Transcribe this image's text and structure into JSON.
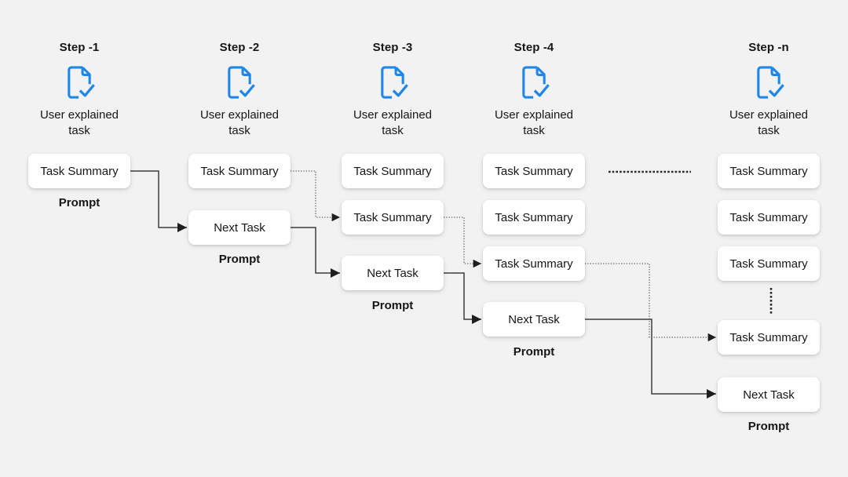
{
  "diagram_title": "",
  "colors": {
    "background": "#f2f2f2",
    "node_background": "#ffffff",
    "accent_blue": "#1f87e8",
    "text": "#161616",
    "connector": "#3d3d3d"
  },
  "columns": [
    {
      "label": "Step -1",
      "icon": "document-check-icon",
      "caption": "User explained task",
      "boxes": [
        "Task Summary"
      ],
      "prompt": "Prompt"
    },
    {
      "label": "Step -2",
      "icon": "document-check-icon",
      "caption": "User explained task",
      "boxes": [
        "Task Summary",
        "Next Task"
      ],
      "prompt": "Prompt"
    },
    {
      "label": "Step -3",
      "icon": "document-check-icon",
      "caption": "User explained task",
      "boxes": [
        "Task Summary",
        "Task Summary",
        "Next Task"
      ],
      "prompt": "Prompt"
    },
    {
      "label": "Step -4",
      "icon": "document-check-icon",
      "caption": "User explained task",
      "boxes": [
        "Task Summary",
        "Task Summary",
        "Task Summary",
        "Next Task"
      ],
      "prompt": "Prompt"
    },
    {
      "label": "Step -n",
      "icon": "document-check-icon",
      "caption": "User explained task",
      "boxes": [
        "Task Summary",
        "Task Summary",
        "Task Summary",
        "Task Summary",
        "Next Task"
      ],
      "prompt": "Prompt"
    }
  ],
  "connections": [
    {
      "from": "step-1 Task Summary",
      "to": "step-2 Next Task",
      "style": "solid-arrow"
    },
    {
      "from": "step-2 Task Summary",
      "to": "step-3 Task Summary 2",
      "style": "dotted-arrow"
    },
    {
      "from": "step-2 Next Task",
      "to": "step-3 Next Task",
      "style": "solid-arrow"
    },
    {
      "from": "step-3 Task Summary 2",
      "to": "step-4 Task Summary 3",
      "style": "dotted-arrow"
    },
    {
      "from": "step-3 Next Task",
      "to": "step-4 Next Task",
      "style": "solid-arrow"
    },
    {
      "from": "step-4 Task Summary 3",
      "to": "step-n Task Summary 4",
      "style": "dotted-arrow"
    },
    {
      "from": "step-4 Next Task",
      "to": "step-n Next Task",
      "style": "solid-arrow"
    },
    {
      "from": "step-4",
      "to": "step-n",
      "style": "horizontal-ellipsis"
    },
    {
      "from": "step-n Task Summary 3",
      "to": "step-n Task Summary 4",
      "style": "vertical-ellipsis"
    }
  ]
}
